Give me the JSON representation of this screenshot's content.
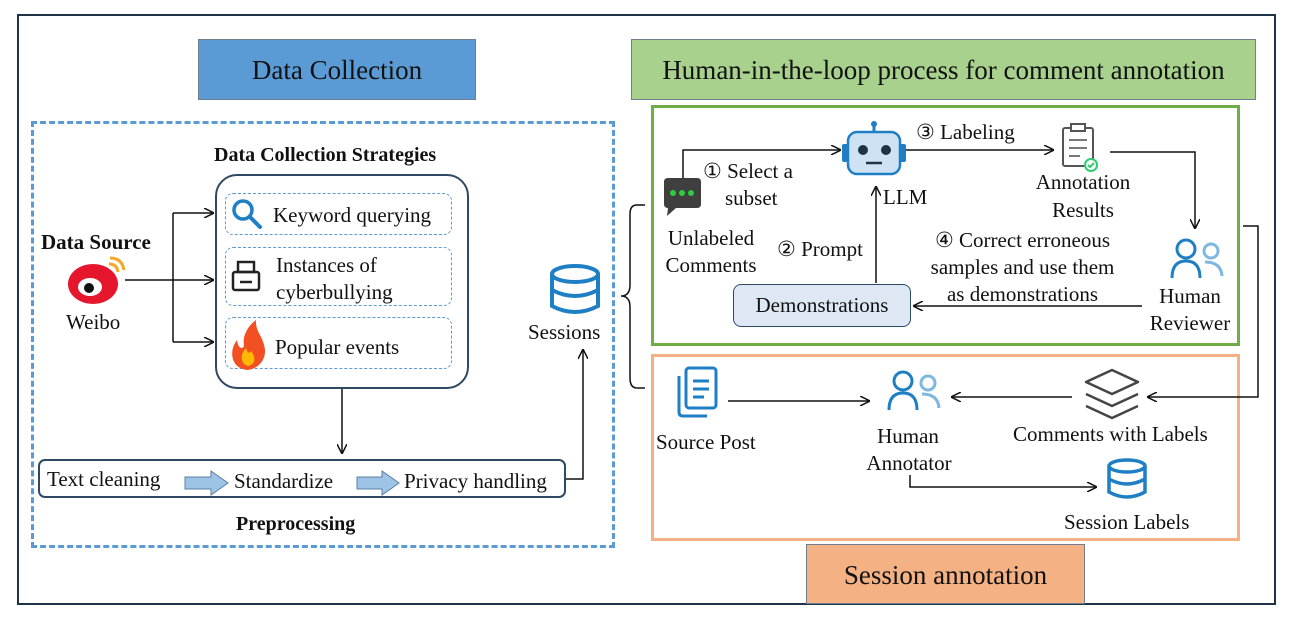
{
  "titles": {
    "data_collection": "Data Collection",
    "hitl": "Human-in-the-loop process for comment annotation",
    "session_annotation": "Session annotation"
  },
  "data_collection": {
    "strategies_label": "Data Collection Strategies",
    "source_label": "Data Source",
    "source_name": "Weibo",
    "strategies": [
      {
        "label": "Keyword querying",
        "icon": "magnifier-icon"
      },
      {
        "label_line1": "Instances of",
        "label_line2": "cyberbullying",
        "icon": "printer-icon"
      },
      {
        "label": "Popular events",
        "icon": "fire-icon"
      }
    ],
    "preprocessing_label": "Preprocessing",
    "steps": [
      "Text cleaning",
      "Standardize",
      "Privacy handling"
    ],
    "sessions_label": "Sessions"
  },
  "hitl": {
    "unlabeled_line1": "Unlabeled",
    "unlabeled_line2": "Comments",
    "select_line1": "① Select a",
    "select_line2": "subset",
    "llm": "LLM",
    "labeling": "③ Labeling",
    "results_line1": "Annotation",
    "results_line2": "Results",
    "prompt": "② Prompt",
    "correct_line1": "④ Correct erroneous",
    "correct_line2": "samples and use them",
    "correct_line3": "as demonstrations",
    "reviewer_line1": "Human",
    "reviewer_line2": "Reviewer",
    "demonstrations": "Demonstrations"
  },
  "session": {
    "source_post": "Source Post",
    "annotator_line1": "Human",
    "annotator_line2": "Annotator",
    "comments_with_labels": "Comments with Labels",
    "session_labels": "Session Labels"
  },
  "colors": {
    "blue": "#5b9bd5",
    "green": "#70ad47",
    "orange": "#f4b183",
    "light_green": "#a9d18e",
    "icon_blue": "#1f7fc4",
    "weibo_red": "#e6162d"
  }
}
